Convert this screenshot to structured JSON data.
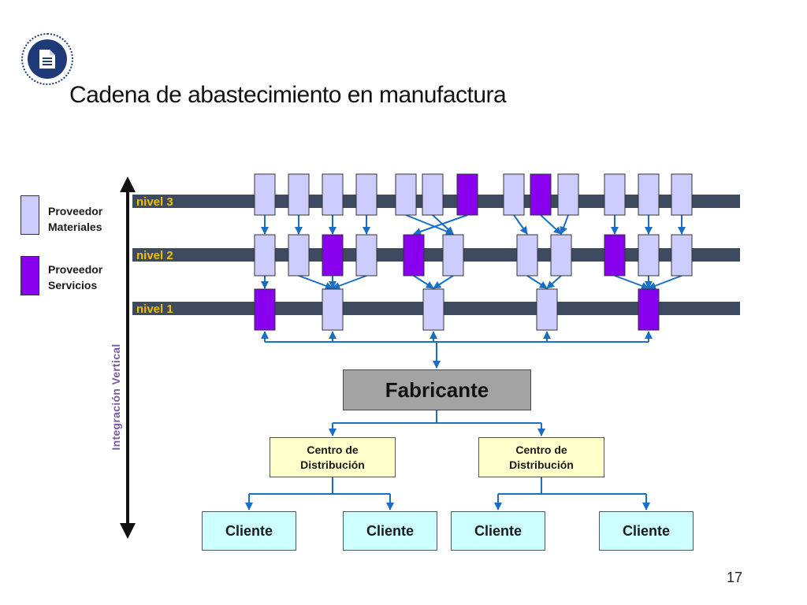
{
  "title": "Cadena de abastecimiento en manufactura",
  "logo_icon": "document-icon",
  "legend": {
    "materials_label_line1": "Proveedor",
    "materials_label_line2": "Materiales",
    "services_label_line1": "Proveedor",
    "services_label_line2": "Servicios",
    "materials_color": "#ccccff",
    "services_color": "#8800ee"
  },
  "vertical_axis_label": "Integración Vertical",
  "levels": {
    "level3": "nivel 3",
    "level2": "nivel 2",
    "level1": "nivel 1"
  },
  "manufacturer": "Fabricante",
  "distribution_centers": [
    {
      "line1": "Centro de",
      "line2": "Distribución"
    },
    {
      "line1": "Centro de",
      "line2": "Distribución"
    }
  ],
  "clients": [
    "Cliente",
    "Cliente",
    "Cliente",
    "Cliente"
  ],
  "page_number": "17",
  "colors": {
    "level_bar": "#3d4a60",
    "connector": "#1a6fc4",
    "level_label": "#f0c000",
    "manufacturer_fill": "#a3a3a3",
    "dc_fill": "#ffffcc",
    "client_fill": "#ccffff",
    "vertical_axis_label": "#7a5aa6"
  },
  "suppliers": {
    "level3": [
      "materials",
      "materials",
      "materials",
      "materials",
      "materials",
      "materials",
      "services",
      "materials",
      "services",
      "materials",
      "materials",
      "materials",
      "materials"
    ],
    "level2": [
      "materials",
      "materials",
      "services",
      "materials",
      "services",
      "materials",
      "materials",
      "materials",
      "services",
      "materials",
      "materials"
    ],
    "level1": [
      "services",
      "materials",
      "materials",
      "materials",
      "services"
    ]
  }
}
